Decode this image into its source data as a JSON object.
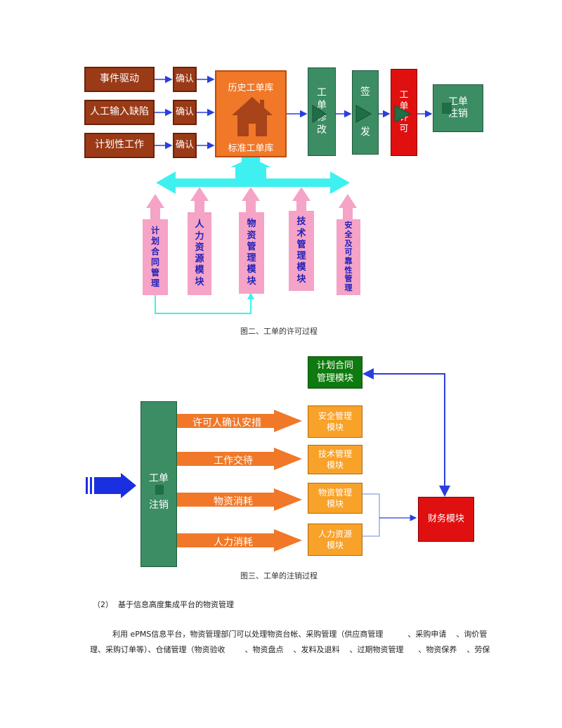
{
  "fig2": {
    "sources": [
      "事件驱动",
      "人工输入缺陷",
      "计划性工作"
    ],
    "confirm": [
      "确认",
      "确认",
      "确认"
    ],
    "library_top": "历史工单库",
    "library_bottom": "标准工单库",
    "step_modify": [
      "工",
      "单",
      "修",
      "改"
    ],
    "step_sign": [
      "签",
      "发"
    ],
    "step_permit": [
      "工",
      "单",
      "许",
      "可"
    ],
    "step_close": [
      "工单",
      "注销"
    ],
    "modules": [
      [
        "计",
        "划",
        "合",
        "同",
        "管",
        "理"
      ],
      [
        "人",
        "力",
        "资",
        "源",
        "模",
        "块"
      ],
      [
        "物",
        "资",
        "管",
        "理",
        "模",
        "块"
      ],
      [
        "技",
        "术",
        "管",
        "理",
        "模",
        "块"
      ],
      [
        "安",
        "全",
        "及",
        "可",
        "靠",
        "性",
        "管",
        "理"
      ]
    ],
    "caption": "图二、工单的许可过程"
  },
  "fig3": {
    "plan_module": [
      "计划合同",
      "管理模块"
    ],
    "close_block": [
      "工单",
      "注销"
    ],
    "arrows": [
      "许可人确认安措",
      "工作交待",
      "物资消耗",
      "人力消耗"
    ],
    "targets": [
      [
        "安全管理",
        "模块"
      ],
      [
        "技术管理",
        "模块"
      ],
      [
        "物资管理",
        "模块"
      ],
      [
        "人力资源",
        "模块"
      ]
    ],
    "finance": "财务模块",
    "caption": "图三、工单的注销过程"
  },
  "text": {
    "heading": "（2）  基于信息高度集成平台的物资管理",
    "line1": "利用 ePMS信息平台，物资管理部门可以处理物资台帐、采购管理（供应商管理          、采购申请    、询价管",
    "line2": "理、采购订单等）、仓储管理（物资验收        、物资盘点    、发料及退料    、过期物资管理      、物资保养    、劳保"
  },
  "colors": {
    "brown": "#9b3a17",
    "orange": "#f07828",
    "green": "#3c8c64",
    "red": "#e01010",
    "cyan": "#3ff0f0",
    "pink": "#f5a3c7",
    "blue": "#2a3ee0",
    "dark_green": "#0f7a0f",
    "orange_box": "#f8a22a"
  }
}
